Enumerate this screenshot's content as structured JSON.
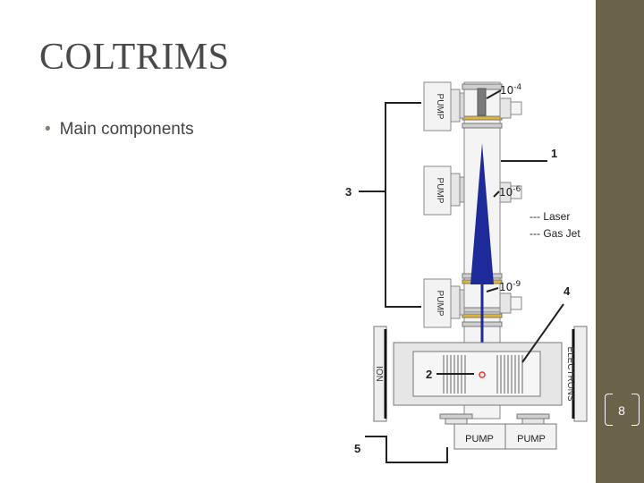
{
  "slide": {
    "title": "COLTRIMS",
    "bullet": "Main components",
    "page_number": "8"
  },
  "diagram": {
    "pump": "PUMP",
    "pressure_top": "10",
    "exp_top": "-4",
    "pressure_mid": "10",
    "exp_mid": "-6",
    "pressure_low": "10",
    "exp_low": "-9",
    "label_1": "1",
    "label_2": "2",
    "label_3": "3",
    "label_4": "4",
    "label_5": "5",
    "legend_laser": "--- Laser",
    "legend_gas": "--- Gas Jet",
    "ion": "ION",
    "electrons": "ELECTRONS"
  },
  "colors": {
    "sidebar": "#6b624a",
    "beam": "#1e2a9a",
    "flange": "#e0b43a"
  }
}
